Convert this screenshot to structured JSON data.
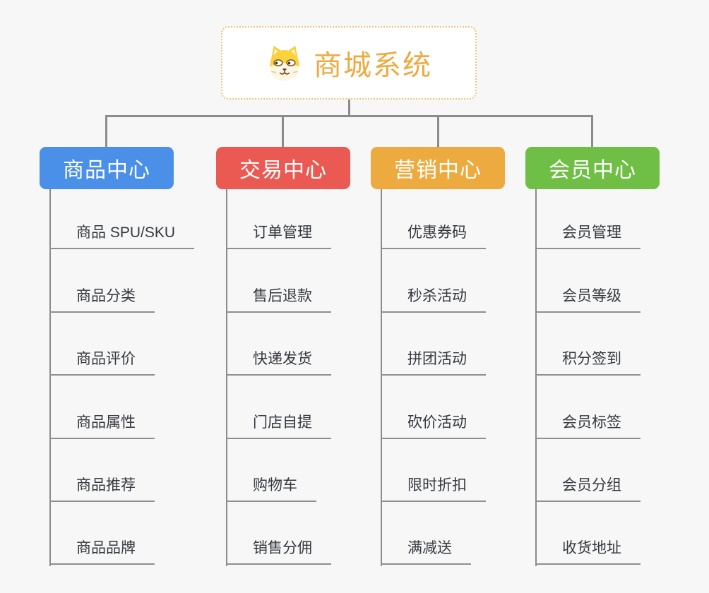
{
  "root": {
    "title": "商城系统",
    "icon": "dog-icon",
    "accent": "#efa93f",
    "border_color": "#f3c273"
  },
  "connector_color": "#8c8c8c",
  "branches": [
    {
      "label": "商品中心",
      "color": "#4a90e8",
      "items": [
        "商品 SPU/SKU",
        "商品分类",
        "商品评价",
        "商品属性",
        "商品推荐",
        "商品品牌"
      ]
    },
    {
      "label": "交易中心",
      "color": "#ea5a53",
      "items": [
        "订单管理",
        "售后退款",
        "快递发货",
        "门店自提",
        "购物车",
        "销售分佣"
      ]
    },
    {
      "label": "营销中心",
      "color": "#edab3f",
      "items": [
        "优惠券码",
        "秒杀活动",
        "拼团活动",
        "砍价活动",
        "限时折扣",
        "满减送"
      ]
    },
    {
      "label": "会员中心",
      "color": "#6fbe45",
      "items": [
        "会员管理",
        "会员等级",
        "积分签到",
        "会员标签",
        "会员分组",
        "收货地址"
      ]
    }
  ]
}
